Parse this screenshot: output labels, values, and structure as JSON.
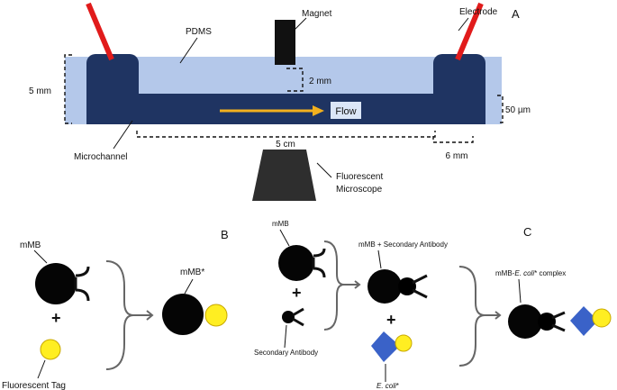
{
  "colors": {
    "pdms": "#b4c8ea",
    "channel": "#1f3462",
    "electrode": "#e11b1b",
    "flow_arrow": "#f2b01e",
    "magnet": "#111111",
    "microscope": "#2e2e2e",
    "bead": "#050505",
    "tag": "#ffee22",
    "ecoli": "#3a62c8",
    "brace": "#666666"
  },
  "panel_a": {
    "label": "A",
    "magnet": "Magnet",
    "electrode": "Electrode",
    "pdms": "PDMS",
    "height_5mm": "5 mm",
    "gap_2mm": "2 mm",
    "depth_50um": "50 µm",
    "flow": "Flow",
    "length_5cm": "5 cm",
    "width_6mm": "6 mm",
    "microchannel": "Microchannel",
    "microscope_line1": "Fluorescent",
    "microscope_line2": "Microscope"
  },
  "panel_b": {
    "label": "B",
    "mmb": "mMB",
    "plus": "+",
    "fluorescent_tag": "Fluorescent Tag",
    "mmb_star": "mMB*"
  },
  "panel_c": {
    "label": "C",
    "mmb": "mMB",
    "plus1": "+",
    "secondary_antibody": "Secondary Antibody",
    "mmb_plus_secondary": "mMB + Secondary Antibody",
    "plus2": "+",
    "ecoli_italic": "E. coli",
    "ecoli_star": "*",
    "complex_prefix": "mMB-",
    "complex_italic": "E. coli",
    "complex_suffix": "* complex"
  }
}
